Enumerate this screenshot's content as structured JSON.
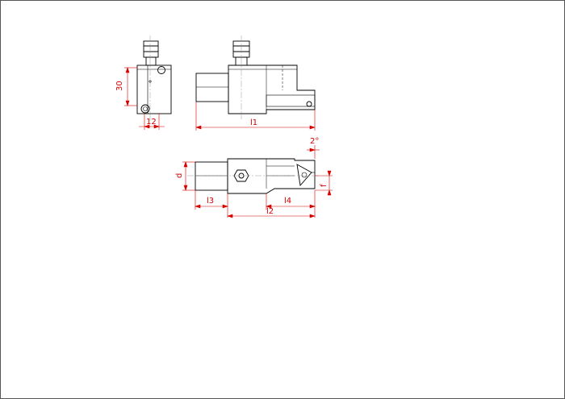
{
  "drawing": {
    "colors": {
      "outline": "#000000",
      "dimension": "#d40000",
      "frame": "#555555",
      "centerline": "#999999"
    },
    "labels": {
      "height_30": "30",
      "width_12": "12",
      "length_l1": "l1",
      "angle_2deg": "2°",
      "diameter_d": "d",
      "length_l3": "l3",
      "length_l4": "l4",
      "length_l2": "l2",
      "offset_f": "f"
    }
  }
}
